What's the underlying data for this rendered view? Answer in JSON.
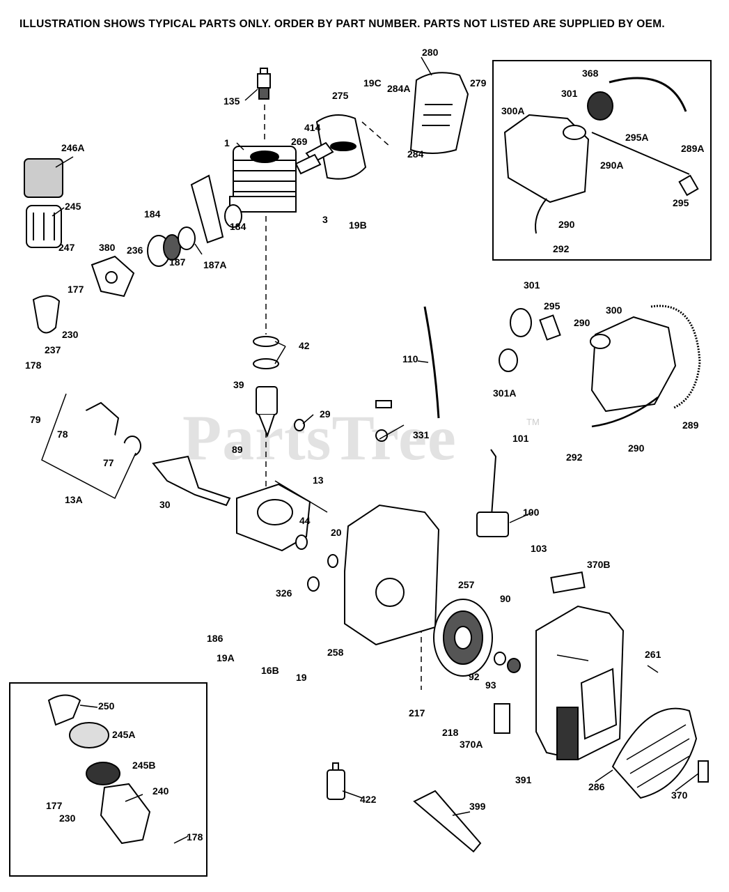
{
  "header_note": "ILLUSTRATION SHOWS TYPICAL PARTS ONLY. ORDER BY PART NUMBER. PARTS NOT LISTED ARE SUPPLIED BY OEM.",
  "watermark": "PartsTree",
  "watermark_tm": "TM",
  "part_labels": [
    {
      "id": "135",
      "name": "spark-plug"
    },
    {
      "id": "280",
      "name": "muffler-shield"
    },
    {
      "id": "275",
      "name": "muffler-cover"
    },
    {
      "id": "19C",
      "name": "screw"
    },
    {
      "id": "284A",
      "name": "screw"
    },
    {
      "id": "279",
      "name": "screw"
    },
    {
      "id": "284",
      "name": "bracket"
    },
    {
      "id": "414",
      "name": "screen"
    },
    {
      "id": "269",
      "name": "gasket"
    },
    {
      "id": "1",
      "name": "cylinder"
    },
    {
      "id": "246A",
      "name": "air-filter-element"
    },
    {
      "id": "245",
      "name": "air-filter-screen"
    },
    {
      "id": "184",
      "name": "gasket"
    },
    {
      "id": "184",
      "name": "gasket"
    },
    {
      "id": "380",
      "name": "carburetor"
    },
    {
      "id": "236",
      "name": "fitting"
    },
    {
      "id": "247",
      "name": "clamp"
    },
    {
      "id": "187",
      "name": "insulator"
    },
    {
      "id": "187A",
      "name": "heat-shield"
    },
    {
      "id": "3",
      "name": "screw"
    },
    {
      "id": "19B",
      "name": "spring"
    },
    {
      "id": "177",
      "name": "screw"
    },
    {
      "id": "230",
      "name": "washer"
    },
    {
      "id": "237",
      "name": "air-cleaner-body"
    },
    {
      "id": "178",
      "name": "nut"
    },
    {
      "id": "42",
      "name": "piston-rings"
    },
    {
      "id": "39",
      "name": "piston"
    },
    {
      "id": "29",
      "name": "bearing"
    },
    {
      "id": "79",
      "name": "screw"
    },
    {
      "id": "78",
      "name": "washer"
    },
    {
      "id": "77",
      "name": "bearing"
    },
    {
      "id": "13A",
      "name": "crankcase-cover-assembly"
    },
    {
      "id": "89",
      "name": "key"
    },
    {
      "id": "30",
      "name": "crankshaft"
    },
    {
      "id": "13",
      "name": "crankcase"
    },
    {
      "id": "44",
      "name": "bearing"
    },
    {
      "id": "20",
      "name": "seal"
    },
    {
      "id": "326",
      "name": "seal"
    },
    {
      "id": "110",
      "name": "ground-wire"
    },
    {
      "id": "331",
      "name": "switch"
    },
    {
      "id": "101",
      "name": "spark-plug-boot"
    },
    {
      "id": "100",
      "name": "ignition-coil"
    },
    {
      "id": "103",
      "name": "screw"
    },
    {
      "id": "257",
      "name": "screw"
    },
    {
      "id": "258",
      "name": "blower-housing"
    },
    {
      "id": "90",
      "name": "flywheel"
    },
    {
      "id": "92",
      "name": "washer"
    },
    {
      "id": "93",
      "name": "nut"
    },
    {
      "id": "186",
      "name": "link"
    },
    {
      "id": "19A",
      "name": "spring"
    },
    {
      "id": "16B",
      "name": "bracket"
    },
    {
      "id": "19",
      "name": "spring"
    },
    {
      "id": "217",
      "name": "bracket"
    },
    {
      "id": "218",
      "name": "screw"
    },
    {
      "id": "370A",
      "name": "decal"
    },
    {
      "id": "370B",
      "name": "decal"
    },
    {
      "id": "261",
      "name": "screw"
    },
    {
      "id": "391",
      "name": "rewind-starter"
    },
    {
      "id": "286",
      "name": "screen"
    },
    {
      "id": "370",
      "name": "decal"
    },
    {
      "id": "301",
      "name": "fuel-cap"
    },
    {
      "id": "295",
      "name": "fuel-filter"
    },
    {
      "id": "290",
      "name": "fuel-line"
    },
    {
      "id": "300",
      "name": "fuel-tank"
    },
    {
      "id": "301A",
      "name": "fuel-cap-assembly"
    },
    {
      "id": "289",
      "name": "fuel-line-spring"
    },
    {
      "id": "292",
      "name": "grommet"
    },
    {
      "id": "290",
      "name": "fuel-line"
    },
    {
      "id": "368",
      "name": "strap"
    },
    {
      "id": "301",
      "name": "fuel-cap"
    },
    {
      "id": "300A",
      "name": "fuel-tank"
    },
    {
      "id": "295A",
      "name": "fitting"
    },
    {
      "id": "289A",
      "name": "spring"
    },
    {
      "id": "290A",
      "name": "fuel-line"
    },
    {
      "id": "295",
      "name": "fuel-filter"
    },
    {
      "id": "290",
      "name": "fuel-line"
    },
    {
      "id": "292",
      "name": "grommet"
    },
    {
      "id": "250",
      "name": "bracket"
    },
    {
      "id": "245A",
      "name": "filter"
    },
    {
      "id": "245B",
      "name": "screen"
    },
    {
      "id": "240",
      "name": "air-cleaner-body"
    },
    {
      "id": "177",
      "name": "screw"
    },
    {
      "id": "230",
      "name": "washer"
    },
    {
      "id": "178",
      "name": "nut"
    },
    {
      "id": "422",
      "name": "oil-bottle"
    },
    {
      "id": "399",
      "name": "grease-tube"
    }
  ]
}
